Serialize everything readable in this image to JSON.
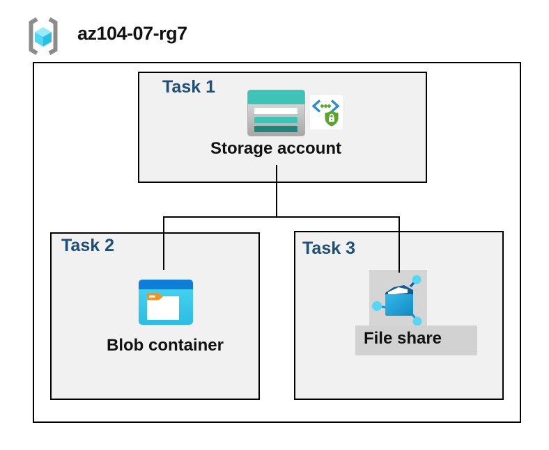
{
  "resource_group": {
    "name": "az104-07-rg7",
    "icon": "resource-group-icon"
  },
  "tasks": [
    {
      "label": "Task 1",
      "resource": "Storage account",
      "icons": [
        "storage-account-icon",
        "sas-shield-lock-icon"
      ]
    },
    {
      "label": "Task 2",
      "resource": "Blob container",
      "icons": [
        "blob-container-icon"
      ]
    },
    {
      "label": "Task 3",
      "resource": "File share",
      "icons": [
        "file-share-icon"
      ]
    }
  ],
  "connections": [
    {
      "from": "Storage account",
      "to": "Blob container"
    },
    {
      "from": "Storage account",
      "to": "File share"
    }
  ],
  "colors": {
    "task_label_navy": "#1F4E79",
    "teal": "#3EC4B6",
    "teal_dark": "#1F857B",
    "blob_header_blue": "#0F7ED8",
    "cyan_body": "#3ACBEC",
    "orange_tag": "#F5921E",
    "sas_bracket_blue": "#2E8BC9",
    "sas_green": "#5AA829",
    "shield_green": "#5AA62A",
    "bracket_gray": "#8C8C8C",
    "cube_cyan_light": "#9BE9FA",
    "cube_cyan_mid": "#53D6F4",
    "cube_cyan_dark": "#29C0E8",
    "box_fill_gray": "#F1F1F1",
    "selection_gray": "#D5D5D5",
    "connector_black": "#000000"
  }
}
